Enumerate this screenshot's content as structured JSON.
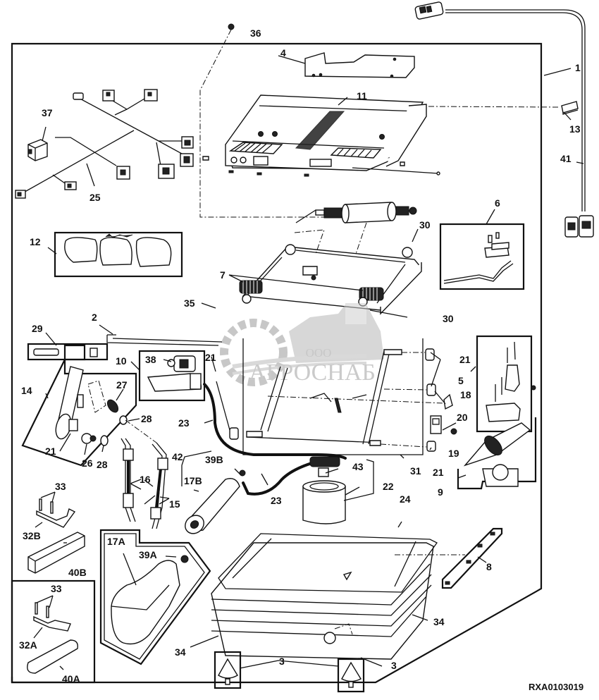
{
  "diagram": {
    "title": "Seat suspension assembly exploded view",
    "reference_code": "RXA0103019",
    "watermark": {
      "prefix": "ООО",
      "name": "АГРОСНАБ"
    },
    "callouts": {
      "c1": "1",
      "c2": "2",
      "c3a": "3",
      "c3b": "3",
      "c4": "4",
      "c5": "5",
      "c6": "6",
      "c7": "7",
      "c8": "8",
      "c9": "9",
      "c10": "10",
      "c11": "11",
      "c12": "12",
      "c13": "13",
      "c14": "14",
      "c15": "15",
      "c16": "16",
      "c17a": "17A",
      "c17b": "17B",
      "c18": "18",
      "c19": "19",
      "c20": "20",
      "c21a": "21",
      "c21b": "21",
      "c21c": "21",
      "c21d": "21",
      "c22": "22",
      "c23a": "23",
      "c23b": "23",
      "c24": "24",
      "c25": "25",
      "c26": "26",
      "c27": "27",
      "c28a": "28",
      "c28b": "28",
      "c29": "29",
      "c30a": "30",
      "c30b": "30",
      "c31": "31",
      "c32a": "32A",
      "c32b": "32B",
      "c33a": "33",
      "c33b": "33",
      "c34a": "34",
      "c34b": "34",
      "c35": "35",
      "c36": "36",
      "c37": "37",
      "c38": "38",
      "c39a": "39A",
      "c39b": "39B",
      "c40a": "40A",
      "c40b": "40B",
      "c41": "41",
      "c42": "42",
      "c43": "43"
    }
  }
}
